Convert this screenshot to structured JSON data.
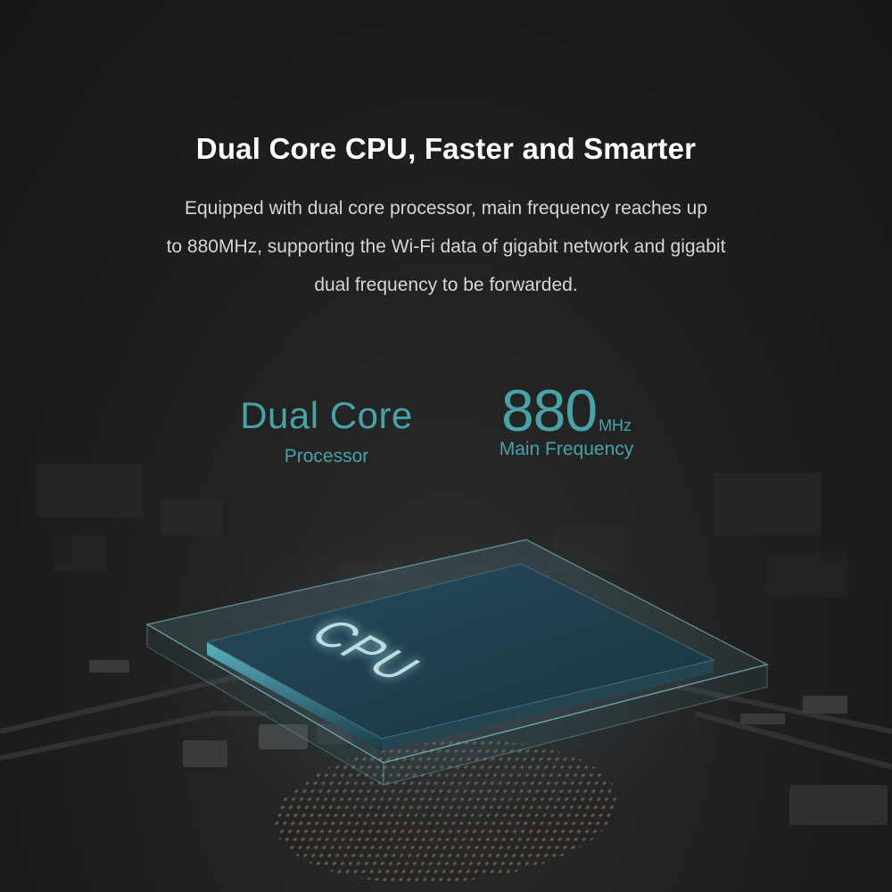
{
  "headline": "Dual Core CPU, Faster and Smarter",
  "description": {
    "line1": "Equipped with dual core processor, main frequency reaches up",
    "line2": "to 880MHz, supporting the Wi-Fi data of gigabit network and gigabit",
    "line3": "dual frequency to be forwarded."
  },
  "specs": {
    "core": {
      "value": "Dual Core",
      "label": "Processor"
    },
    "frequency": {
      "value": "880",
      "unit": "MHz",
      "label": "Main Frequency"
    }
  },
  "chip": {
    "text": "CPU"
  },
  "colors": {
    "accent": "#47a3a8",
    "background": "#1c1c1c",
    "chip": "#1f3a45"
  }
}
